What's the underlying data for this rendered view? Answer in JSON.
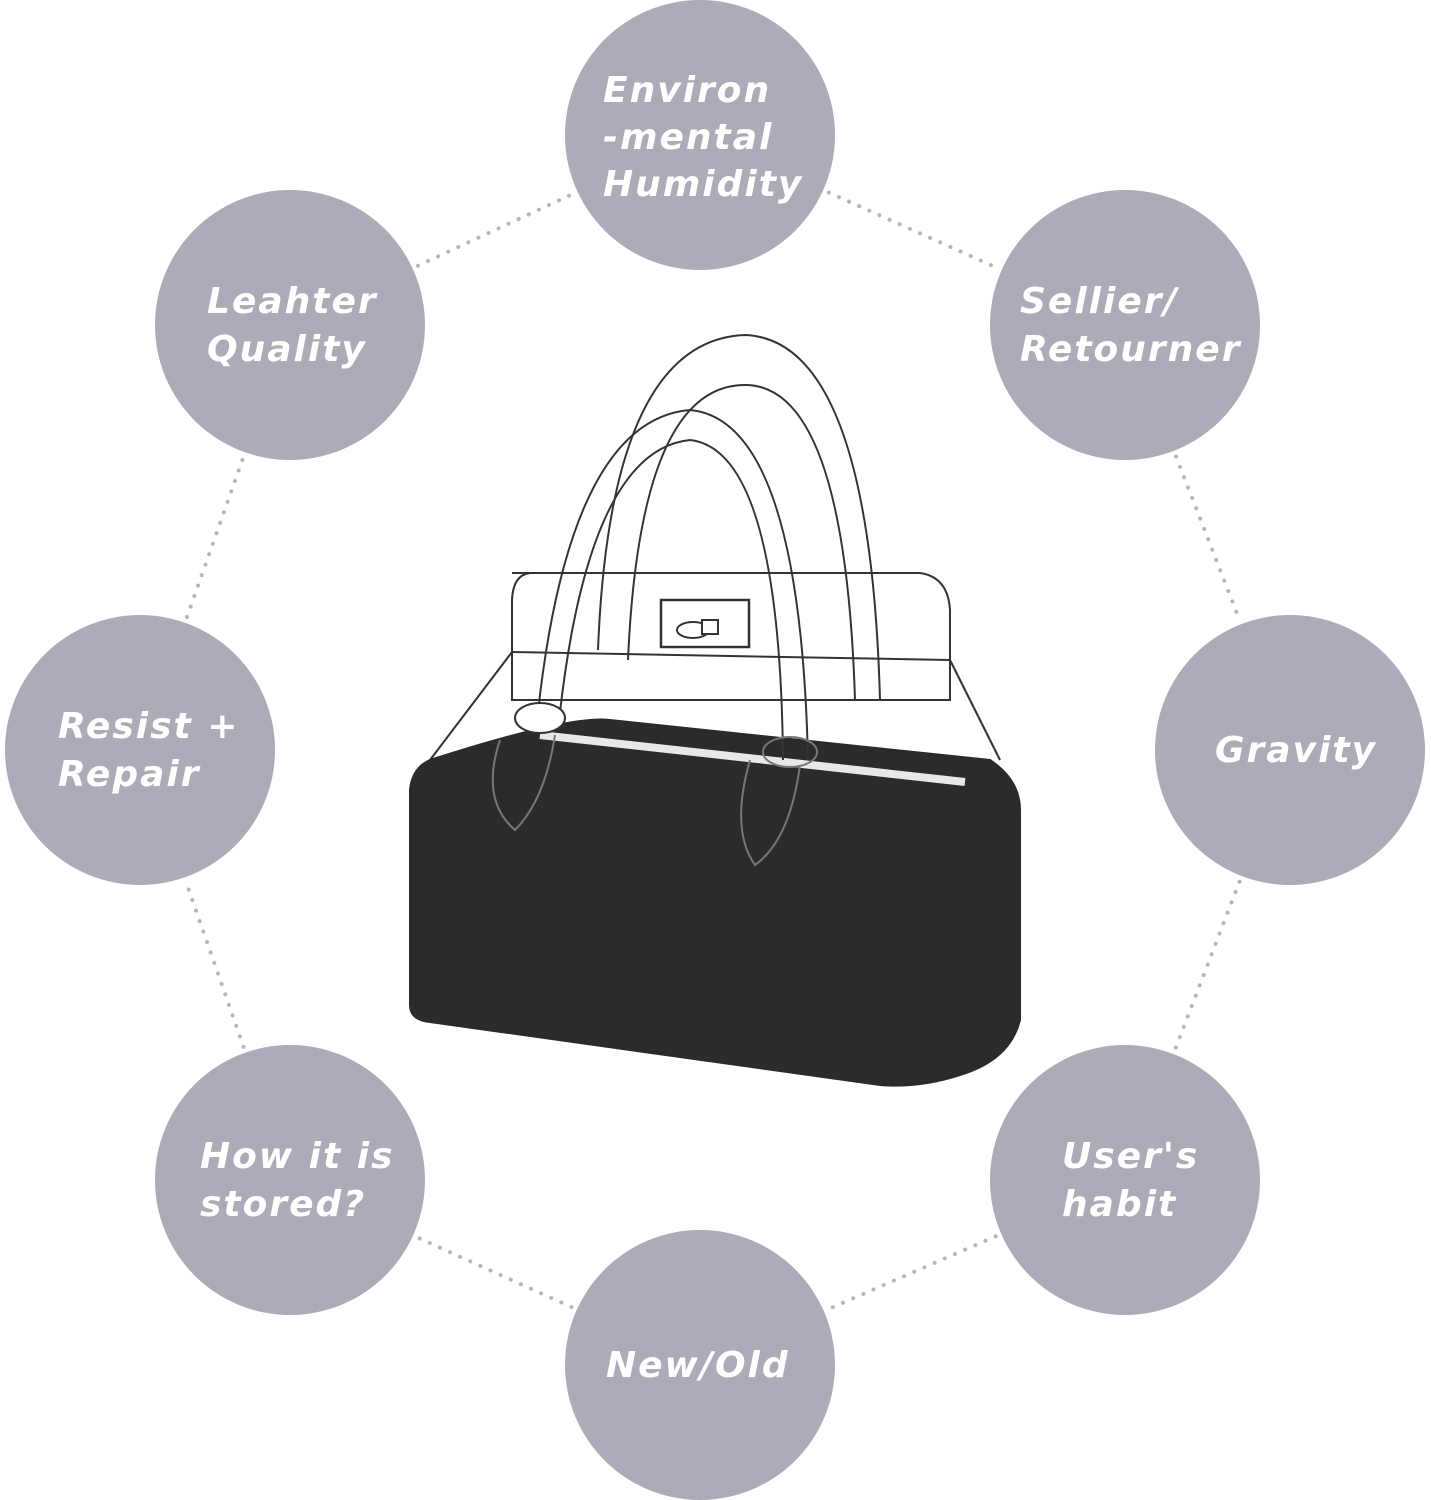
{
  "diagram": {
    "colors": {
      "circle_fill": "#acabb8",
      "label_text": "#ffffff",
      "connector": "#b5b5be",
      "bag_body": "#2b2b2b",
      "bag_outline": "#333333"
    },
    "center_image": "handbag-organizer-insert",
    "factors": [
      {
        "id": "environmental-humidity",
        "lines": [
          "Environ",
          "-mental",
          "Humidity"
        ]
      },
      {
        "id": "sellier-retourner",
        "lines": [
          "Sellier/",
          "Retourner"
        ]
      },
      {
        "id": "gravity",
        "lines": [
          "Gravity"
        ]
      },
      {
        "id": "users-habit",
        "lines": [
          "User's",
          "habit"
        ]
      },
      {
        "id": "new-old",
        "lines": [
          "New/Old"
        ]
      },
      {
        "id": "how-it-is-stored",
        "lines": [
          "How it is",
          "stored?"
        ]
      },
      {
        "id": "resist-repair",
        "lines": [
          "Resist +",
          "Repair"
        ]
      },
      {
        "id": "leather-quality",
        "lines": [
          "Leahter",
          "Quality"
        ]
      }
    ]
  }
}
